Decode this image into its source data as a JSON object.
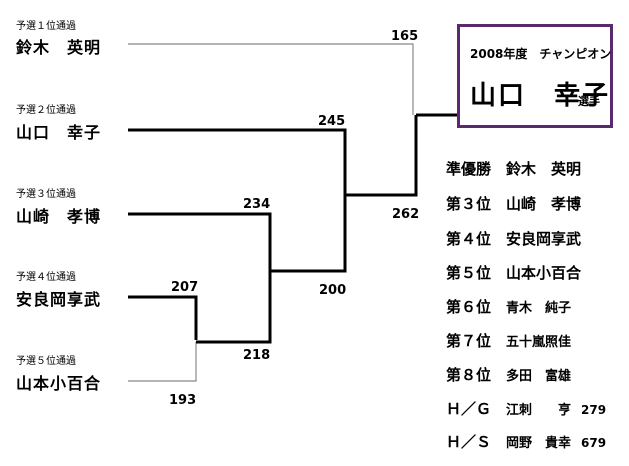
{
  "players": [
    {
      "seed": "予選１位通過",
      "name": "鈴木　英明"
    },
    {
      "seed": "予選２位通過",
      "name": "山口　幸子"
    },
    {
      "seed": "予選３位通過",
      "name": "山崎　孝博"
    },
    {
      "seed": "予選４位通過",
      "name": "安良岡享武"
    },
    {
      "seed": "予選５位通過",
      "name": "山本小百合"
    }
  ],
  "scores": {
    "s165": "165",
    "s245": "245",
    "s262": "262",
    "s234": "234",
    "s200": "200",
    "s207": "207",
    "s218": "218",
    "s193": "193"
  },
  "champion": {
    "year_label": "2008年度　チャンピオン",
    "name": "山口　幸子",
    "suffix": "選手"
  },
  "rankings": [
    {
      "place": "準優勝",
      "name": "鈴木　英明",
      "score": ""
    },
    {
      "place": "第３位",
      "name": "山崎　孝博",
      "score": ""
    },
    {
      "place": "第４位",
      "name": "安良岡享武",
      "score": ""
    },
    {
      "place": "第５位",
      "name": "山本小百合",
      "score": ""
    },
    {
      "place": "第６位",
      "name": "青木　純子",
      "score": ""
    },
    {
      "place": "第７位",
      "name": "五十嵐照佳",
      "score": ""
    },
    {
      "place": "第８位",
      "name": "多田　富雄",
      "score": ""
    },
    {
      "place": "Ｈ／Ｇ",
      "name": "江刺　　亨",
      "score": "279"
    },
    {
      "place": "Ｈ／Ｓ",
      "name": "岡野　貴幸",
      "score": "679"
    }
  ],
  "colors": {
    "line": "#000000",
    "thin_line": "#888888",
    "champion_border": "#5b2a6e"
  }
}
